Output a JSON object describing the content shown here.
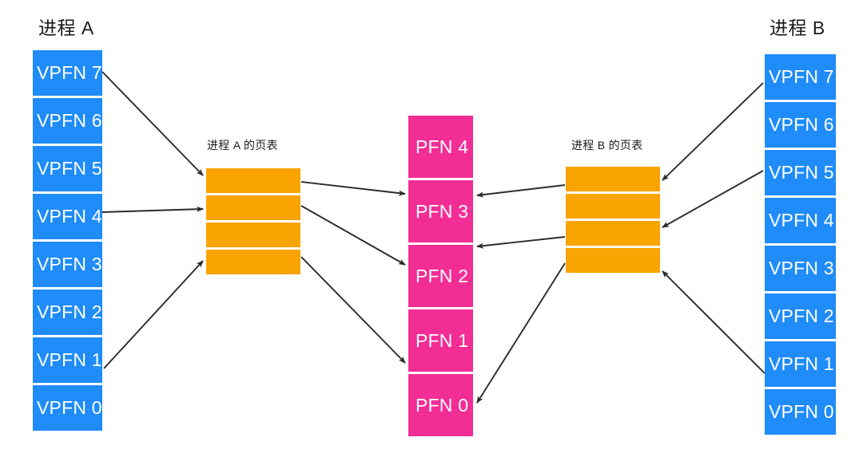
{
  "diagram": {
    "title_left": "进程 A",
    "title_right": "进程 B",
    "page_table_a_label": "进程 A 的页表",
    "page_table_b_label": "进程 B 的页表",
    "colors": {
      "virtual_page": "#1f8cf9",
      "page_table": "#f9a400",
      "physical_frame": "#f22d96",
      "arrow": "#2b2b2b",
      "text": "#1a1a1a",
      "background": "#ffffff"
    },
    "process_a": {
      "name": "进程 A",
      "virtual_pages": [
        "VPFN 7",
        "VPFN 6",
        "VPFN 5",
        "VPFN 4",
        "VPFN 3",
        "VPFN 2",
        "VPFN 1",
        "VPFN 0"
      ],
      "page_table_entries": [
        "",
        "",
        "",
        ""
      ]
    },
    "process_b": {
      "name": "进程 B",
      "virtual_pages": [
        "VPFN 7",
        "VPFN 6",
        "VPFN 5",
        "VPFN 4",
        "VPFN 3",
        "VPFN 2",
        "VPFN 1",
        "VPFN 0"
      ],
      "page_table_entries": [
        "",
        "",
        "",
        ""
      ]
    },
    "physical_memory": {
      "frames": [
        "PFN 4",
        "PFN 3",
        "PFN 2",
        "PFN 1",
        "PFN 0"
      ]
    },
    "mappings": {
      "a_vpfn_to_pte": [
        {
          "from": "VPFN 7",
          "to": "entry 1"
        },
        {
          "from": "VPFN 4",
          "to": "entry 2"
        },
        {
          "from": "VPFN 1",
          "to": "entry 4"
        }
      ],
      "a_pte_to_pfn": [
        {
          "from": "entry 1",
          "to": "PFN 3"
        },
        {
          "from": "entry 2",
          "to": "PFN 2"
        },
        {
          "from": "entry 4",
          "to": "PFN 0"
        }
      ],
      "b_vpfn_to_pte": [
        {
          "from": "VPFN 7",
          "to": "entry 1"
        },
        {
          "from": "VPFN 5",
          "to": "entry 3"
        },
        {
          "from": "VPFN 1",
          "to": "entry 4"
        }
      ],
      "b_pte_to_pfn": [
        {
          "from": "entry 1",
          "to": "PFN 3"
        },
        {
          "from": "entry 3",
          "to": "PFN 2"
        },
        {
          "from": "entry 4",
          "to": "PFN 0"
        }
      ]
    }
  }
}
